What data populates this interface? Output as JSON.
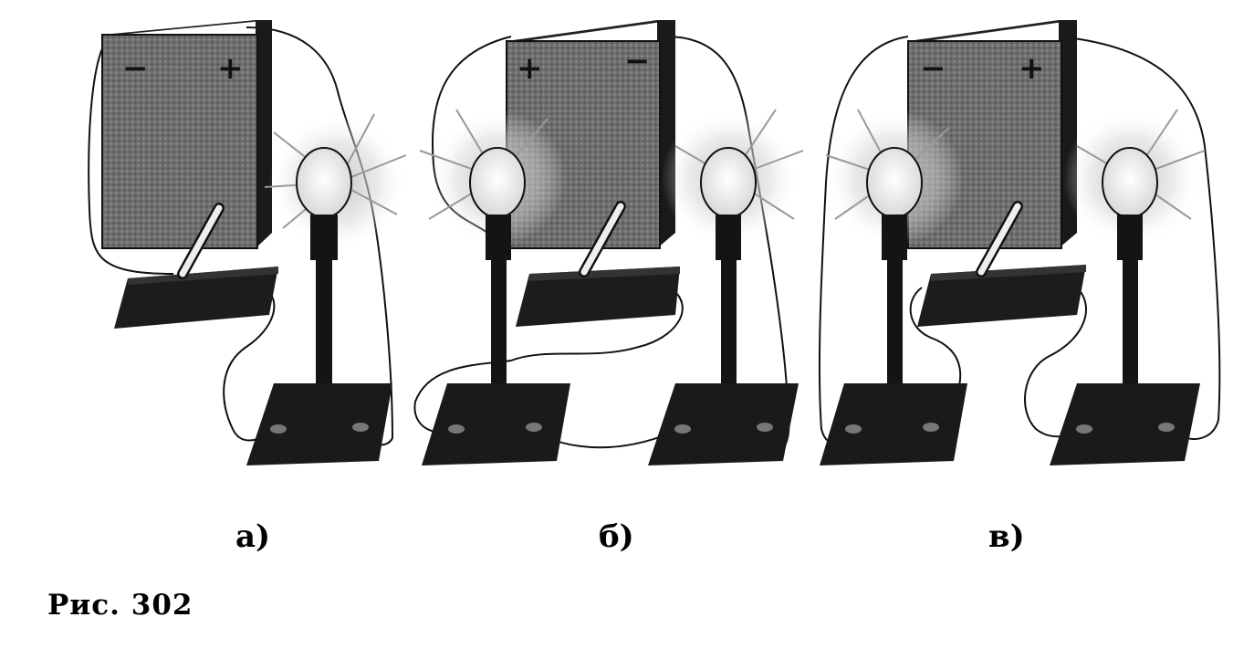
{
  "figure": {
    "caption": "Рис. 302",
    "panels": [
      {
        "label": "а)",
        "battery_signs": [
          "−",
          "+"
        ]
      },
      {
        "label": "б)",
        "battery_signs": [
          "+",
          "−"
        ]
      },
      {
        "label": "в)",
        "battery_signs": [
          "−",
          "+"
        ]
      }
    ]
  }
}
